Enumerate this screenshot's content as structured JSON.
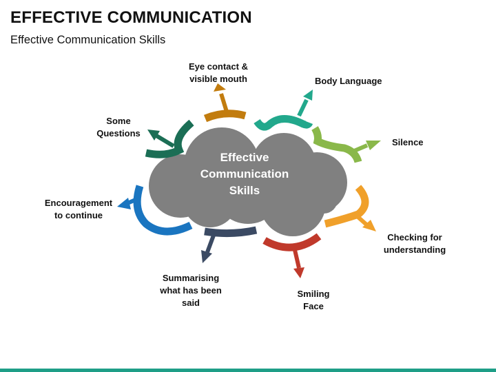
{
  "header": {
    "title": "EFFECTIVE COMMUNICATION",
    "subtitle": "Effective Communication Skills"
  },
  "center": {
    "line1": "Effective",
    "line2": "Communication",
    "line3": "Skills",
    "color": "#808080"
  },
  "items": [
    {
      "lines": [
        "Eye contact &",
        "visible mouth"
      ],
      "color": "#c27c0e"
    },
    {
      "lines": [
        "Body Language"
      ],
      "color": "#22a88c"
    },
    {
      "lines": [
        "Silence"
      ],
      "color": "#8ab84a"
    },
    {
      "lines": [
        "Checking for",
        "understanding"
      ],
      "color": "#f0a02a"
    },
    {
      "lines": [
        "Smiling",
        "Face"
      ],
      "color": "#c0392b"
    },
    {
      "lines": [
        "Summarising",
        "what has been",
        "said"
      ],
      "color": "#3b4a63"
    },
    {
      "lines": [
        "Encouragement",
        "to continue"
      ],
      "color": "#1a75c0"
    },
    {
      "lines": [
        "Some",
        "Questions"
      ],
      "color": "#1b6e55"
    }
  ],
  "footer": {
    "color": "#1e9e87"
  }
}
